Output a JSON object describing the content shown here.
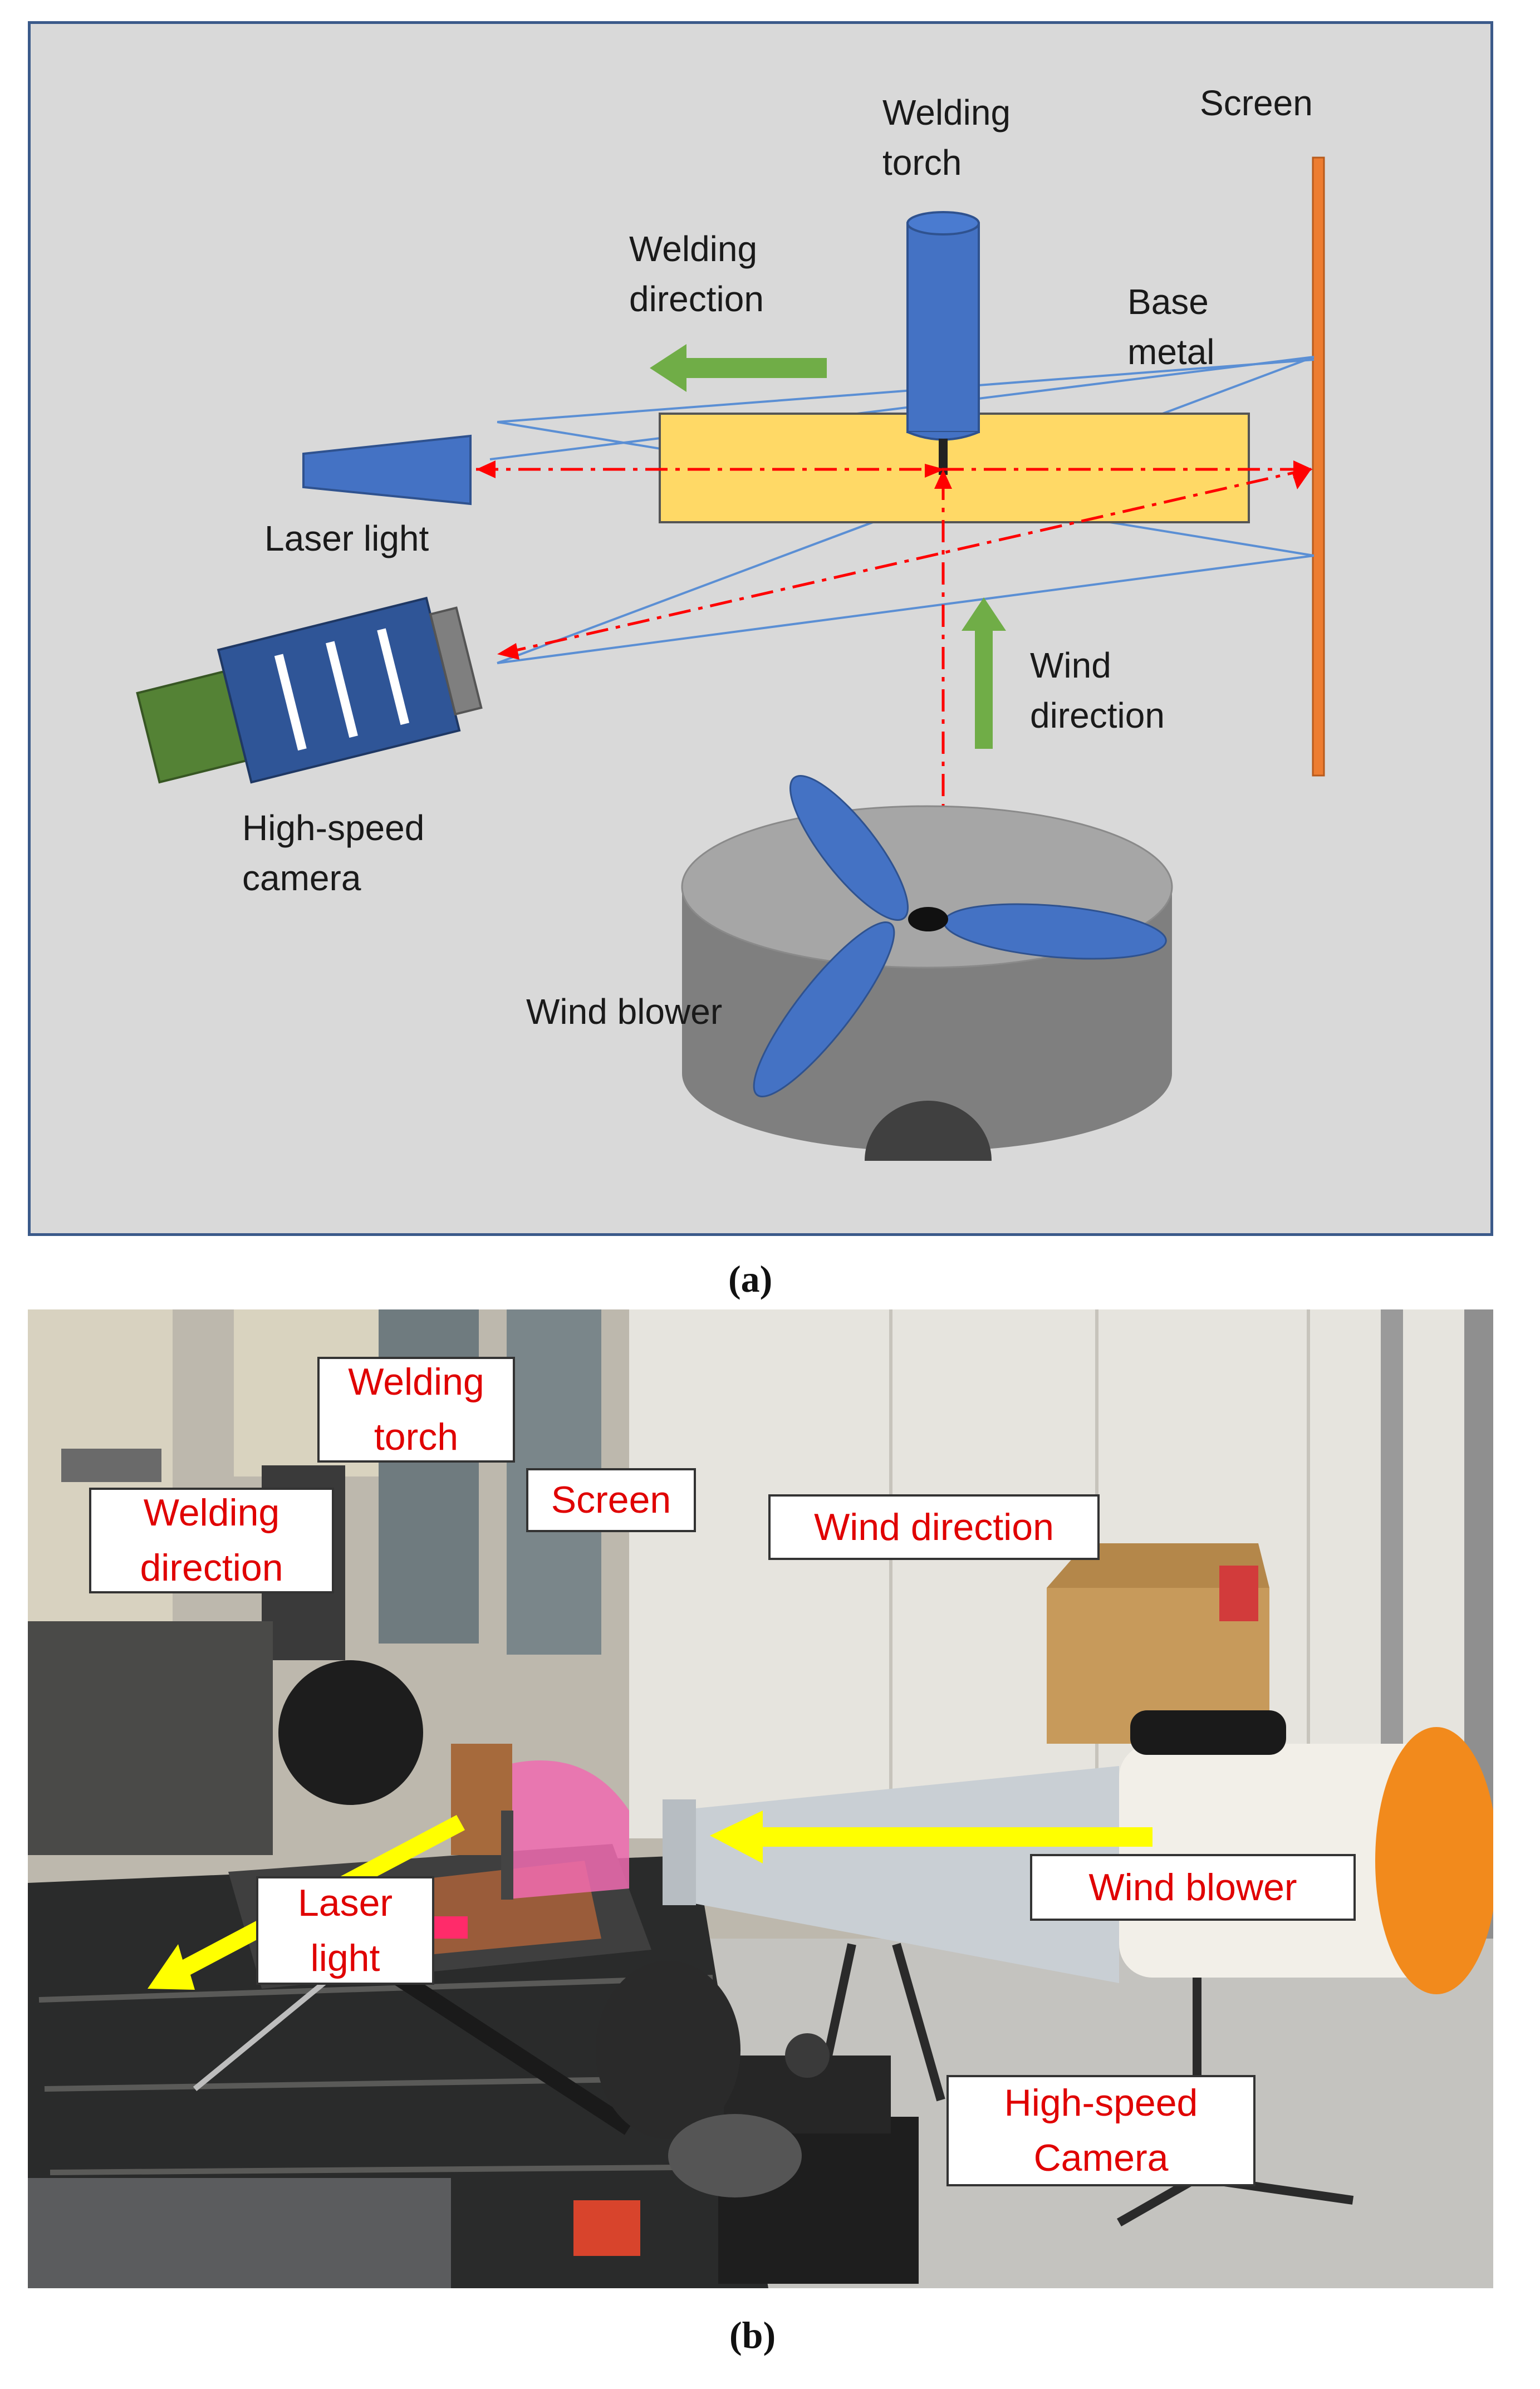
{
  "panel_a": {
    "labels": {
      "welding_torch": "Welding\ntorch",
      "screen": "Screen",
      "welding_direction": "Welding\ndirection",
      "base_metal": "Base\nmetal",
      "laser_light": "Laser light",
      "wind_direction": "Wind\ndirection",
      "high_speed_camera": "High-speed\ncamera",
      "wind_blower": "Wind blower"
    },
    "caption": "(a)"
  },
  "panel_b": {
    "callouts": {
      "welding_torch": "Welding\ntorch",
      "screen": "Screen",
      "welding_direction": "Welding\ndirection",
      "wind_direction": "Wind direction",
      "laser_light": "Laser\nlight",
      "wind_blower": "Wind blower",
      "high_speed_camera": "High-speed\nCamera"
    },
    "caption": "(b)"
  },
  "colors": {
    "panel_bg": "#d9d9d9",
    "blue_parts": "#4472c4",
    "base_metal": "#ffd966",
    "green_arrow": "#70ad47",
    "screen": "#ed7d31",
    "laser_beam": "#ff0000",
    "yellow_arrow": "#ffff00",
    "callout_text": "#e00000"
  }
}
